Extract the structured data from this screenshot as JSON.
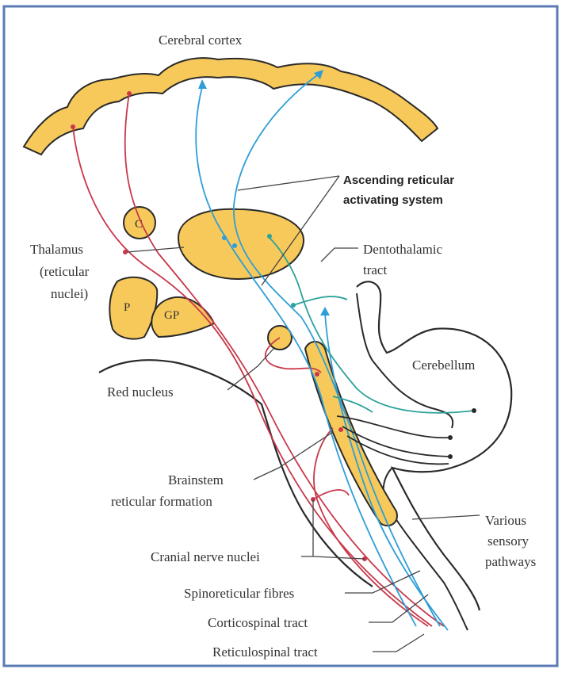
{
  "colors": {
    "frame": "#5b7bb5",
    "fill": "#f7c95a",
    "fill_light": "#fbe6a8",
    "outline": "#2a2a2a",
    "red": "#c8384a",
    "blue": "#2f9ed6",
    "teal": "#2aa39a",
    "leader": "#444444"
  },
  "labels": {
    "cerebral_cortex": "Cerebral cortex",
    "arac_line1": "Ascending reticular",
    "arac_line2": "activating system",
    "thalamus_line1": "Thalamus",
    "thalamus_line2": "(reticular",
    "thalamus_line3": "nuclei)",
    "dentothalamic_line1": "Dentothalamic",
    "dentothalamic_line2": "tract",
    "cerebellum": "Cerebellum",
    "red_nucleus": "Red nucleus",
    "brainstem_line1": "Brainstem",
    "brainstem_line2": "reticular formation",
    "various_line1": "Various",
    "various_line2": "sensory",
    "various_line3": "pathways",
    "cranial": "Cranial nerve nuclei",
    "spinoreticular": "Spinoreticular fibres",
    "corticospinal": "Corticospinal tract",
    "reticulospinal": "Reticulospinal tract"
  },
  "structures": {
    "caudate": "C",
    "putamen": "P",
    "globus_pallidus": "GP"
  }
}
